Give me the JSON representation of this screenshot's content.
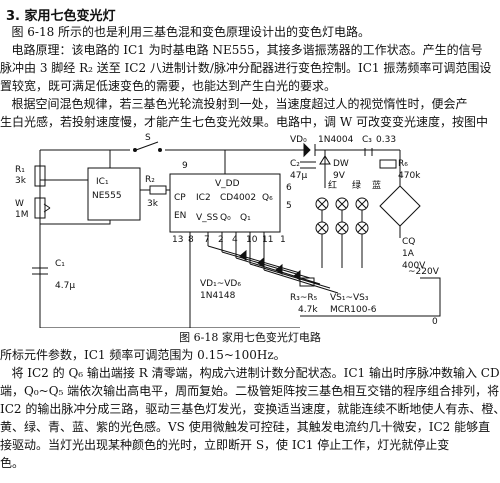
{
  "heading": "3. 家用七色变光灯",
  "intro": [
    "   图 6-18 所示的也是利用三基色混和变色原理设计出的变色灯电路。",
    "   电路原理：该电路的 IC1 为时基电路 NE555，其接多谐振荡器的工作状态。产生的信号",
    "脉冲由 3 脚经 R₂ 送至 IC2 八进制计数/脉冲分配器进行变色控制。IC1 振荡频率可调范围设",
    "置较宽，既可满足低速变色的需要，也能达到产生白光的要求。",
    "   根据空间混色规律，若三基色光轮流投射到一处，当速度超过人的视觉惰性时，便会产",
    "生白光感，若投射速度慢，才能产生七色变光效果。电路中，调 W 可改变变光速度，按图中"
  ],
  "circuit": {
    "r1": "R₁",
    "r1v": "3k",
    "w": "W",
    "wv": "1M",
    "ic1": "IC₁",
    "ic1n": "NE555",
    "c1": "C₁",
    "c1v": "4.7μ",
    "r2": "R₂",
    "r2v": "3k",
    "s": "S",
    "vdd": "V_DD",
    "cp": "CP",
    "ic2": "IC2",
    "ic2n": "CD4002",
    "q6": "Q₆",
    "en": "EN",
    "vss": "V_SS",
    "q0": "Q₀",
    "q1": "Q₁",
    "pins": [
      "13",
      "8",
      "7",
      "2",
      "4",
      "10",
      "11",
      "1",
      "5",
      "6",
      "9"
    ],
    "vd0": "VD₀",
    "vd0n": "1N4004",
    "c2": "C₂",
    "c2v": "47μ",
    "dw": "DW",
    "dwv": "9V",
    "c3": "C₃",
    "c3v": "0.33",
    "r6": "R₆",
    "r6v": "470k",
    "red": "红",
    "green": "绿",
    "blue": "蓝",
    "vd1": "VD₁~VD₆",
    "vd1n": "1N4148",
    "r3": "R₃~R₅",
    "r3v": "4.7k",
    "vs": "VS₁~VS₃",
    "vsn": "MCR100-6",
    "cq": "CQ",
    "cqv": "1A",
    "cqv2": "400V",
    "ac": "~220V",
    "zero": "0"
  },
  "caption": "图 6-18   家用七色变光灯电路",
  "body": [
    "所标元件参数，IC1 频率可调范围为 0.15~100Hz。",
    "   将 IC2 的 Q₆ 输出端接 R 清零端，构成六进制计数分配状态。IC1 输出时序脉冲数输入 CD",
    "端，Q₀~Q₅ 端依次输出高电平，周而复始。二极管矩阵按三基色相互交错的程序组合排列，将",
    "IC2 的输出脉冲分成三路，驱动三基色灯发光，变换适当速度，就能连续不断地使人有赤、橙、",
    "黄、绿、青、蓝、紫的光色感。VS 使用微触发可控硅，其触发电流约几十微安，IC2 能够直",
    "接驱动。当灯光出现某种颜色的光时，立即断开 S，使 IC1 停止工作，灯光就停止变",
    "色。"
  ]
}
